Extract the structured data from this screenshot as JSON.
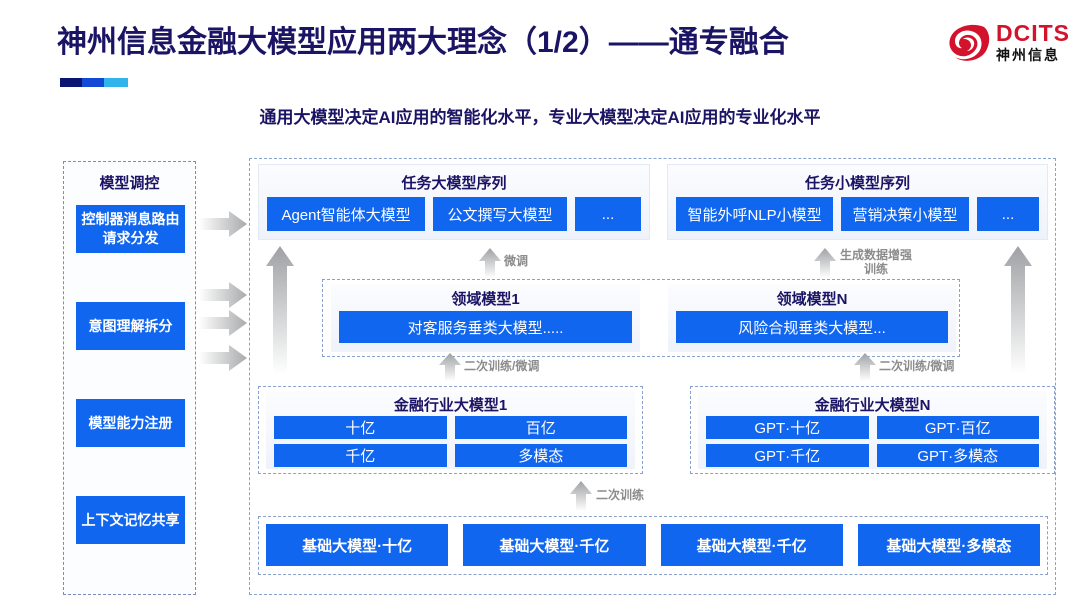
{
  "header": {
    "title": "神州信息金融大模型应用两大理念（1/2）——通专融合",
    "subtitle": "通用大模型决定AI应用的智能化水平，专业大模型决定AI应用的专业化水平",
    "logo_en": "DCITS",
    "logo_cn": "神州信息",
    "brand_red": "#d3122b",
    "title_navy": "#1b1464",
    "accent_blue": "#1166ef"
  },
  "control_panel": {
    "title": "模型调控",
    "items": [
      "控制器消息路由请求分发",
      "意图理解拆分",
      "模型能力注册",
      "上下文记忆共享"
    ]
  },
  "task_sequences": [
    {
      "title": "任务大模型序列",
      "items": [
        "Agent智能体大模型",
        "公文撰写大模型",
        "..."
      ]
    },
    {
      "title": "任务小模型序列",
      "items": [
        "智能外呼NLP小模型",
        "营销决策小模型",
        "..."
      ]
    }
  ],
  "domain_models": [
    {
      "title": "领域模型1",
      "item": "对客服务垂类大模型....."
    },
    {
      "title": "领域模型N",
      "item": "风险合规垂类大模型..."
    }
  ],
  "industry_models": [
    {
      "title": "金融行业大模型1",
      "cells": [
        "十亿",
        "百亿",
        "千亿",
        "多模态"
      ]
    },
    {
      "title": "金融行业大模型N",
      "cells": [
        "GPT·十亿",
        "GPT·百亿",
        "GPT·千亿",
        "GPT·多模态"
      ]
    }
  ],
  "base_models": [
    "基础大模型·十亿",
    "基础大模型·千亿",
    "基础大模型·千亿",
    "基础大模型·多模态"
  ],
  "arrow_labels": {
    "finetune": "微调",
    "data_augment_line1": "生成数据增强",
    "data_augment_line2": "训练",
    "retrain_finetune_left": "二次训练/微调",
    "retrain_finetune_right": "二次训练/微调",
    "retrain": "二次训练"
  }
}
